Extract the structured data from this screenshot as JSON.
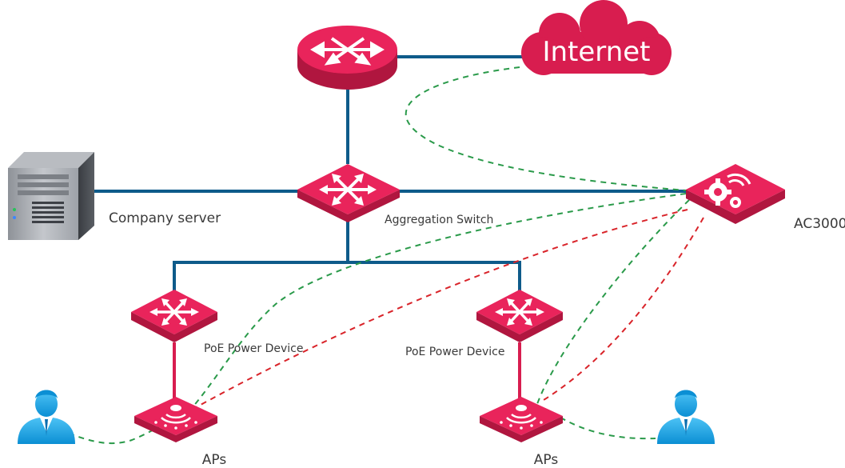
{
  "colors": {
    "device": "#d81d4f",
    "device_top": "#e9245b",
    "device_side": "#b0163f",
    "wired": "#0e5b8a",
    "poe": "#d81d4f",
    "green_dashed": "#2a9a4a",
    "red_dashed": "#d9242a",
    "user": "#12a5e8"
  },
  "cloud": {
    "label": "Internet",
    "icon": "cloud-icon"
  },
  "router": {
    "icon": "router-arrows-icon"
  },
  "aggregation_switch": {
    "label": "Aggregation Switch",
    "icon": "switch-arrows-icon"
  },
  "company_server": {
    "label": "Company server",
    "icon": "server-tower-icon"
  },
  "controller": {
    "label": "AC3000",
    "icon": "gear-wifi-icon"
  },
  "poe_devices": [
    {
      "label": "PoE Power Device",
      "icon": "switch-arrows-icon"
    },
    {
      "label": "PoE Power Device",
      "icon": "switch-arrows-icon"
    }
  ],
  "access_points": [
    {
      "label": "APs",
      "icon": "wifi-ap-icon"
    },
    {
      "label": "APs",
      "icon": "wifi-ap-icon"
    }
  ],
  "users": [
    {
      "icon": "user-icon"
    },
    {
      "icon": "user-icon"
    }
  ]
}
